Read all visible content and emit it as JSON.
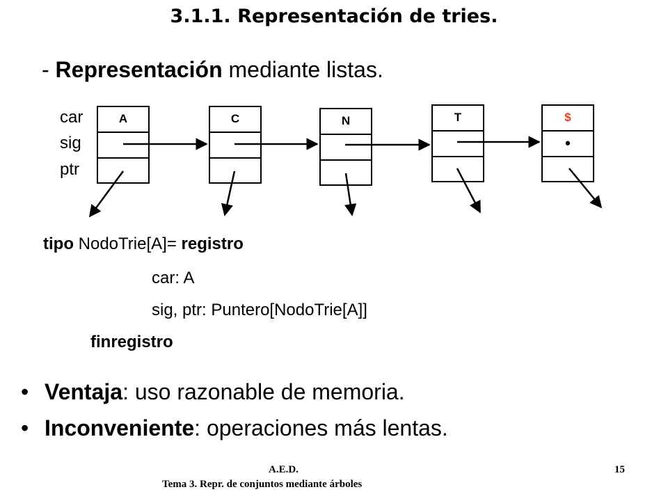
{
  "title": "3.1.1. Representación de tries.",
  "subtitle": {
    "prefix": "- ",
    "bold": "Representación",
    "rest": " mediante listas."
  },
  "field_labels": [
    "car",
    "sig",
    "ptr"
  ],
  "nodes": [
    {
      "char": "A",
      "color": "#000000",
      "end_marker": ""
    },
    {
      "char": "C",
      "color": "#000000",
      "end_marker": ""
    },
    {
      "char": "N",
      "color": "#000000",
      "end_marker": ""
    },
    {
      "char": "T",
      "color": "#000000",
      "end_marker": ""
    },
    {
      "char": "$",
      "color": "#e8401c",
      "end_marker": "•"
    }
  ],
  "code": {
    "line1_kw": "tipo",
    "line1_text": "NodoTrie[A]=",
    "line1_kw2": "registro",
    "line2": "car: A",
    "line3": "sig, ptr: Puntero[NodoTrie[A]]",
    "line4_kw": "finregistro"
  },
  "bullets": [
    {
      "bold": "Ventaja",
      "rest": ": uso razonable de memoria."
    },
    {
      "bold": "Inconveniente",
      "rest": ": operaciones más lentas."
    }
  ],
  "footer": {
    "course": "A.E.D.",
    "topic": "Tema 3. Repr. de conjuntos mediante árboles",
    "page": "15"
  },
  "bullet_glyph": "•"
}
